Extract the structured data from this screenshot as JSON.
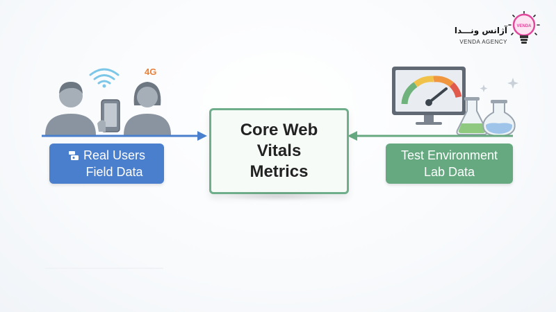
{
  "logo": {
    "persian_name": "آژانس ونـــدا",
    "english_name": "VENDA AGENCY",
    "icon": "lightbulb-icon",
    "icon_text": "VENDA"
  },
  "left_illustration": {
    "network_label": "4G",
    "icons": [
      "person-icon",
      "smartphone-icon",
      "wifi-icon"
    ]
  },
  "left_box": {
    "line1": "Real Users",
    "line2": "Field Data",
    "icon": "database-icon",
    "color": "#4a7fcd"
  },
  "center_box": {
    "line1": "Core Web",
    "line2": "Vitals",
    "line3": "Metrics",
    "border_color": "#6fae8a"
  },
  "right_box": {
    "line1": "Test Environment",
    "line2": "Lab Data",
    "color": "#66a980"
  },
  "right_illustration": {
    "icons": [
      "monitor-icon",
      "gauge-icon",
      "flask-icon"
    ]
  },
  "arrows": {
    "left_color": "#4a7fcd",
    "right_color": "#66a980"
  }
}
